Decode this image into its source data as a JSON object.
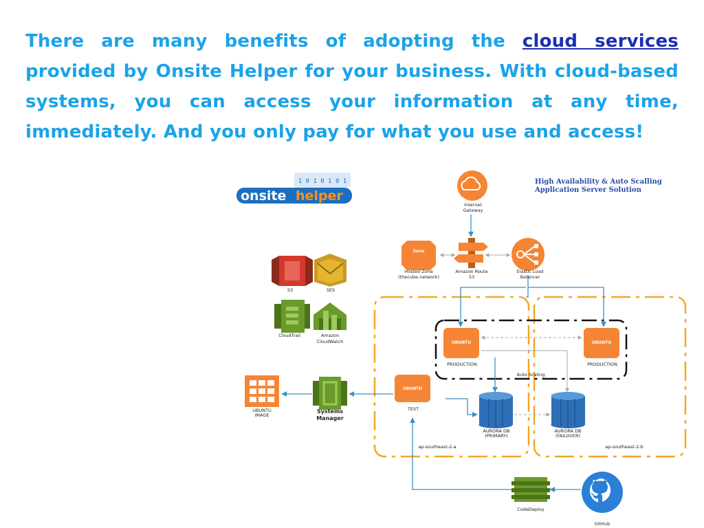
{
  "intro": {
    "before": "There are many benefits of adopting the ",
    "link": "cloud services",
    "after": " provided by Onsite Helper for your business. With cloud-based systems, you can access your information at any time, immediately. And you only pay for what you use and access!"
  },
  "logo": {
    "binary": "1 0 1 0 1 0 1",
    "onsite": "onsite",
    "helper": "helper"
  },
  "title": {
    "line1": "High Availability & Auto Scalling",
    "line2": "Application Server Solution"
  },
  "nodes": {
    "internet_gateway": {
      "line1": "Internet",
      "line2": "Gateway"
    },
    "hosted_zone": {
      "badge": "Zone",
      "line1": "Hosted Zone",
      "line2": "(thecube.network)"
    },
    "route53": {
      "line1": "Amazon Route",
      "line2": "53"
    },
    "elb": {
      "line1": "Elastic Load",
      "line2": "Balancer"
    },
    "s3": "S3",
    "ses": "SES",
    "cloudtrail": "CloudTrail",
    "cloudwatch": {
      "line1": "Amazon",
      "line2": "CloudWatch"
    },
    "ubuntu_image": {
      "line1": "UBUNTU",
      "line2": "IMAGE"
    },
    "systems_manager": {
      "line1": "Systems",
      "line2": "Manager"
    },
    "prod_a": {
      "badge": "UBUNTU",
      "label": "PRODUCTION"
    },
    "prod_b": {
      "badge": "UBUNTU",
      "label": "PRODUCTION"
    },
    "test": {
      "badge": "UBUNTU",
      "label": "TEST"
    },
    "auto_scaling": "Auto Scaling",
    "aurora_primary": {
      "line1": "AURORA DB",
      "line2": "(PRIMARY)"
    },
    "aurora_failover": {
      "line1": "AURORA DB",
      "line2": "(FAILOVER)"
    },
    "zone_a": "ap-southeast-2-a",
    "zone_b": "ap-southeast-2-b",
    "codedeploy": "CodeDeploy",
    "github": "GitHub"
  },
  "colors": {
    "text": "#1aa3e8",
    "link": "#1a2fb5",
    "aws_orange": "#f58534",
    "aws_green": "#6a9a2a",
    "aws_red": "#d5392b",
    "zone_border": "#f5a623",
    "db_blue": "#2c6fb6",
    "arrow": "#3a8fc4",
    "github": "#2a7fd6"
  }
}
